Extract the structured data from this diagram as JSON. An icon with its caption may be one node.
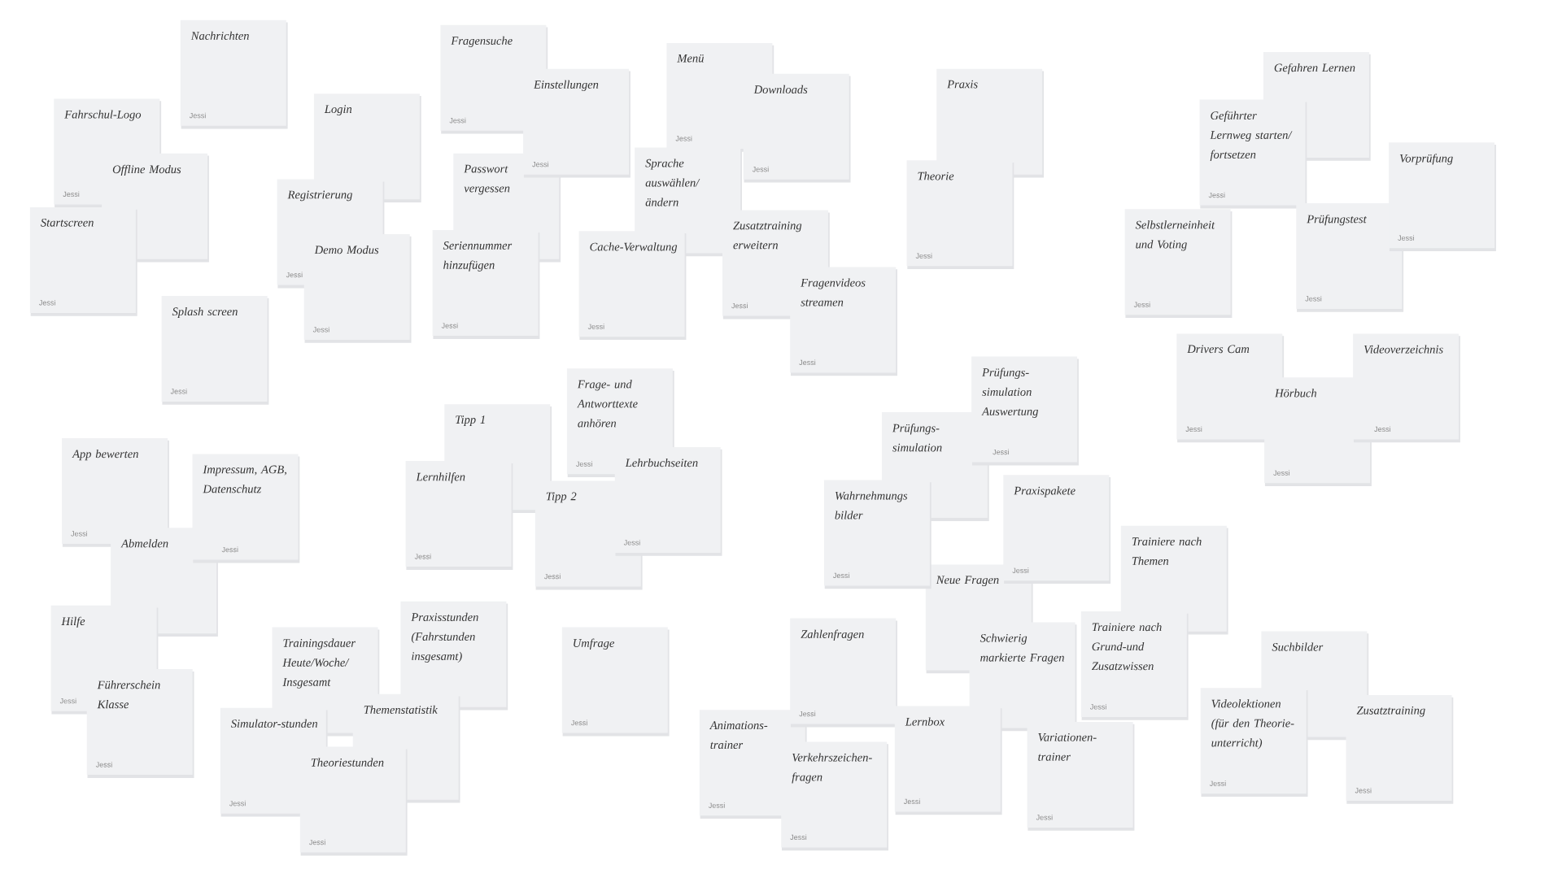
{
  "diagram": {
    "nodes": [
      {
        "text": [
          "Nachrichten",
          "Jessi"
        ]
      },
      {
        "text": [
          "Fahrschul-Logo",
          "Jessi"
        ]
      },
      {
        "text": [
          "Offline Modus"
        ]
      },
      {
        "text": [
          "Startscreen",
          "Jessi"
        ]
      },
      {
        "text": [
          "Splash screen",
          "Jessi"
        ]
      },
      {
        "text": [
          "Login"
        ]
      },
      {
        "text": [
          "Registrierung",
          "Jessi"
        ]
      },
      {
        "text": [
          "Demo Modus",
          "Jessi"
        ]
      },
      {
        "text": [
          "Fragensuche",
          "Jessi"
        ]
      },
      {
        "text": [
          "Passwort vergessen"
        ]
      },
      {
        "text": [
          "Einstellungen",
          "Jessi"
        ]
      },
      {
        "text": [
          "Seriennummer hinzufügen",
          "Jessi"
        ]
      },
      {
        "text": [
          "Menü",
          "Jessi"
        ]
      },
      {
        "text": [
          "Sprache auswählen/ ändern"
        ]
      },
      {
        "text": [
          "Downloads",
          "Jessi"
        ]
      },
      {
        "text": [
          "Cache-Verwaltung",
          "Jessi"
        ]
      },
      {
        "text": [
          "Zusatztraining erweitern",
          "Jessi"
        ]
      },
      {
        "text": [
          "Fragenvideos streamen",
          "Jessi"
        ]
      },
      {
        "text": [
          "Praxis"
        ]
      },
      {
        "text": [
          "Theorie",
          "Jessi"
        ]
      },
      {
        "text": [
          "Gefahren Lernen"
        ]
      },
      {
        "text": [
          "Selbstlerneinheit und Voting",
          "Jessi"
        ]
      },
      {
        "text": [
          "Geführter Lernweg starten/ fortsetzen",
          "Jessi"
        ]
      },
      {
        "text": [
          "Prüfungstest",
          "Jessi"
        ]
      },
      {
        "text": [
          "Vorprüfung",
          "Jessi"
        ]
      },
      {
        "text": [
          "Drivers Cam",
          "Jessi"
        ]
      },
      {
        "text": [
          "Hörbuch",
          "Jessi"
        ]
      },
      {
        "text": [
          "Videoverzeichnis",
          "Jessi"
        ]
      },
      {
        "text": [
          "Prüfungs-simulation"
        ]
      },
      {
        "text": [
          "Prüfungs-simulation Auswertung",
          "Jessi"
        ]
      },
      {
        "text": [
          "Neue Fragen"
        ]
      },
      {
        "text": [
          "Wahrnehmungs bilder",
          "Jessi"
        ]
      },
      {
        "text": [
          "Praxispakete",
          "Jessi"
        ]
      },
      {
        "text": [
          "Trainiere nach Themen"
        ]
      },
      {
        "text": [
          "Schwierig markierte Fragen"
        ]
      },
      {
        "text": [
          "Trainiere nach Grund-und Zusatzwissen",
          "Jessi"
        ]
      },
      {
        "text": [
          "Animations-trainer",
          "Jessi"
        ]
      },
      {
        "text": [
          "Zahlenfragen",
          "Jessi"
        ]
      },
      {
        "text": [
          "Verkehrszeichen-fragen",
          "Jessi"
        ]
      },
      {
        "text": [
          "Lernbox",
          "Jessi"
        ]
      },
      {
        "text": [
          "Variationen-trainer",
          "Jessi"
        ]
      },
      {
        "text": [
          "Suchbilder"
        ]
      },
      {
        "text": [
          "Videolektionen (für den Theorie-unterricht)",
          "Jessi"
        ]
      },
      {
        "text": [
          "Zusatztraining",
          "Jessi"
        ]
      },
      {
        "text": [
          "App bewerten",
          "Jessi"
        ]
      },
      {
        "text": [
          "Abmelden"
        ]
      },
      {
        "text": [
          "Impressum, AGB, Datenschutz",
          "Jessi"
        ]
      },
      {
        "text": [
          "Hilfe",
          "Jessi"
        ]
      },
      {
        "text": [
          "Führerschein Klasse",
          "Jessi"
        ]
      },
      {
        "text": [
          "Trainingsdauer Heute/Woche/ Insgesamt"
        ]
      },
      {
        "text": [
          "Praxisstunden (Fahrstunden insgesamt)"
        ]
      },
      {
        "text": [
          "Simulator-stunden",
          "Jessi"
        ]
      },
      {
        "text": [
          "Themenstatistik"
        ]
      },
      {
        "text": [
          "Theoriestunden",
          "Jessi"
        ]
      },
      {
        "text": [
          "Tipp 1"
        ]
      },
      {
        "text": [
          "Lernhilfen",
          "Jessi"
        ]
      },
      {
        "text": [
          "Frage- und Antworttexte anhören",
          "Jessi"
        ]
      },
      {
        "text": [
          "Tipp 2",
          "Jessi"
        ]
      },
      {
        "text": [
          "Lehrbuchseiten",
          "Jessi"
        ]
      },
      {
        "text": [
          "Umfrage",
          "Jessi"
        ]
      }
    ]
  }
}
